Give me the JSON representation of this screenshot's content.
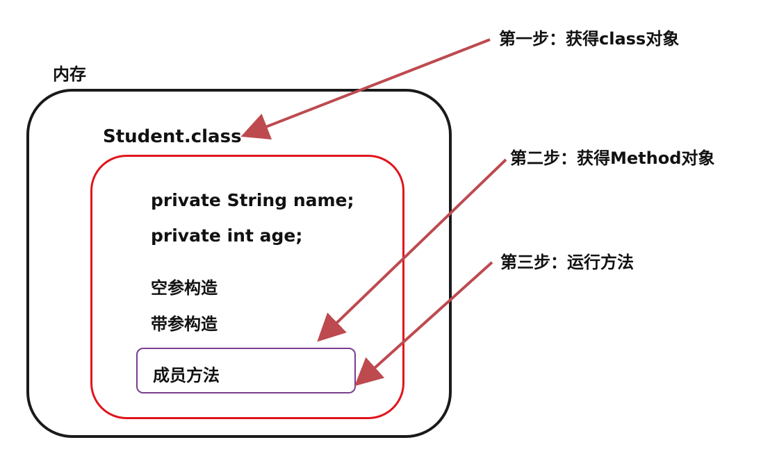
{
  "memory_label": "内存",
  "class_label": "Student.class",
  "fields": [
    "private String name;",
    "private int age;"
  ],
  "constructors": [
    "空参构造",
    "带参构造"
  ],
  "method_label": "成员方法",
  "steps": [
    "第一步：获得class对象",
    "第二步：获得Method对象",
    "第三步：运行方法"
  ],
  "colors": {
    "memory_border": "#1a1a1a",
    "class_border": "#e0141c",
    "method_border": "#7a3d8f",
    "arrow": "#bd4a4f"
  }
}
